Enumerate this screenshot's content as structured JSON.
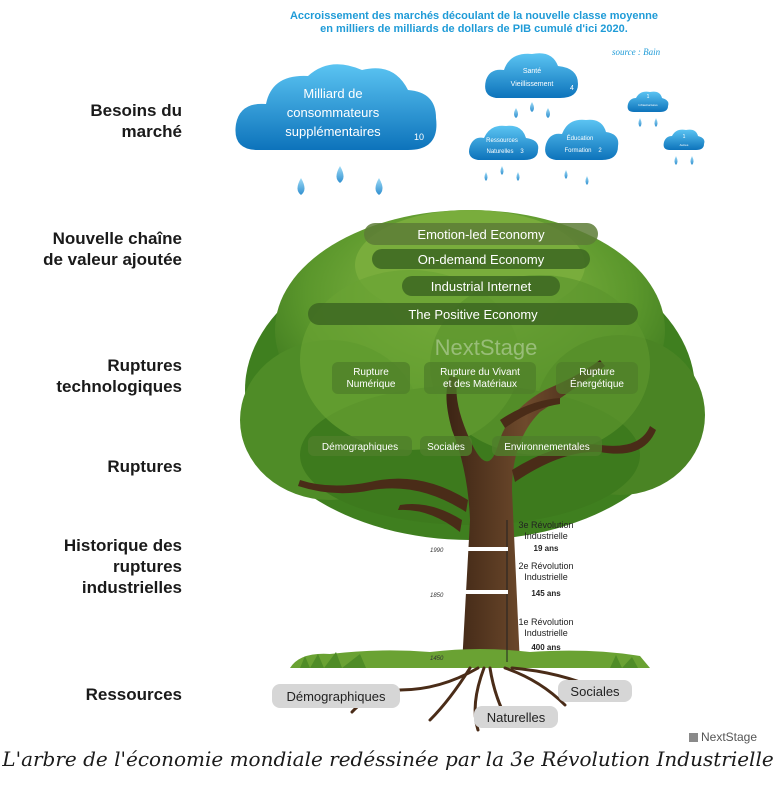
{
  "header": {
    "line1": "Accroissement des marchés découlant de la nouvelle classe moyenne",
    "line2": "en milliers de milliards de dollars de PIB cumulé d'ici 2020.",
    "source": "source : Bain"
  },
  "left_labels": [
    {
      "text": "Besoins du\nmarché"
    },
    {
      "text": "Nouvelle chaîne\nde valeur ajoutée"
    },
    {
      "text": "Ruptures\ntechnologiques"
    },
    {
      "text": "Ruptures"
    },
    {
      "text": "Historique des\nruptures\nindustrielles"
    },
    {
      "text": "Ressources"
    }
  ],
  "clouds": {
    "main": {
      "line1": "Milliard de",
      "line2": "consommateurs",
      "line3": "supplémentaires",
      "value": "10"
    },
    "sante": {
      "line1": "Santé",
      "line2": "Vieillissement",
      "value": "4"
    },
    "besoins": {
      "line1": "Ressources",
      "line2": "Naturelles",
      "value": "3"
    },
    "education": {
      "line1": "Éducation",
      "line2": "Formation",
      "value": "2"
    },
    "small1": {
      "line1": "Infrastructures",
      "value": "1"
    },
    "small2": {
      "line1": "Autres",
      "value": "1"
    }
  },
  "value_chain": [
    "Emotion-led Economy",
    "On-demand Economy",
    "Industrial Internet",
    "The Positive Economy"
  ],
  "watermark": "NextStage",
  "tech_ruptures": [
    {
      "line1": "Rupture",
      "line2": "Numérique"
    },
    {
      "line1": "Rupture du Vivant",
      "line2": "et des Matériaux"
    },
    {
      "line1": "Rupture",
      "line2": "Énergétique"
    }
  ],
  "ruptures": [
    "Démographiques",
    "Sociales",
    "Environnementales"
  ],
  "history": {
    "years": [
      "1990",
      "1850",
      "1450"
    ],
    "revolutions": [
      {
        "line1": "3e Révolution",
        "line2": "Industrielle",
        "duration": "19 ans"
      },
      {
        "line1": "2e Révolution",
        "line2": "Industrielle",
        "duration": "145 ans"
      },
      {
        "line1": "1e Révolution",
        "line2": "Industrielle",
        "duration": "400 ans"
      }
    ]
  },
  "resources": [
    "Démographiques",
    "Naturelles",
    "Sociales"
  ],
  "brand": "NextStage",
  "caption": "L'arbre de l'économie mondiale redéssinée par la 3e Révolution Industrielle",
  "colors": {
    "cloud": "#1d8fd0",
    "foliage": "#5e9b2c",
    "trunk": "#5a3a22",
    "header": "#1f9bd7"
  }
}
